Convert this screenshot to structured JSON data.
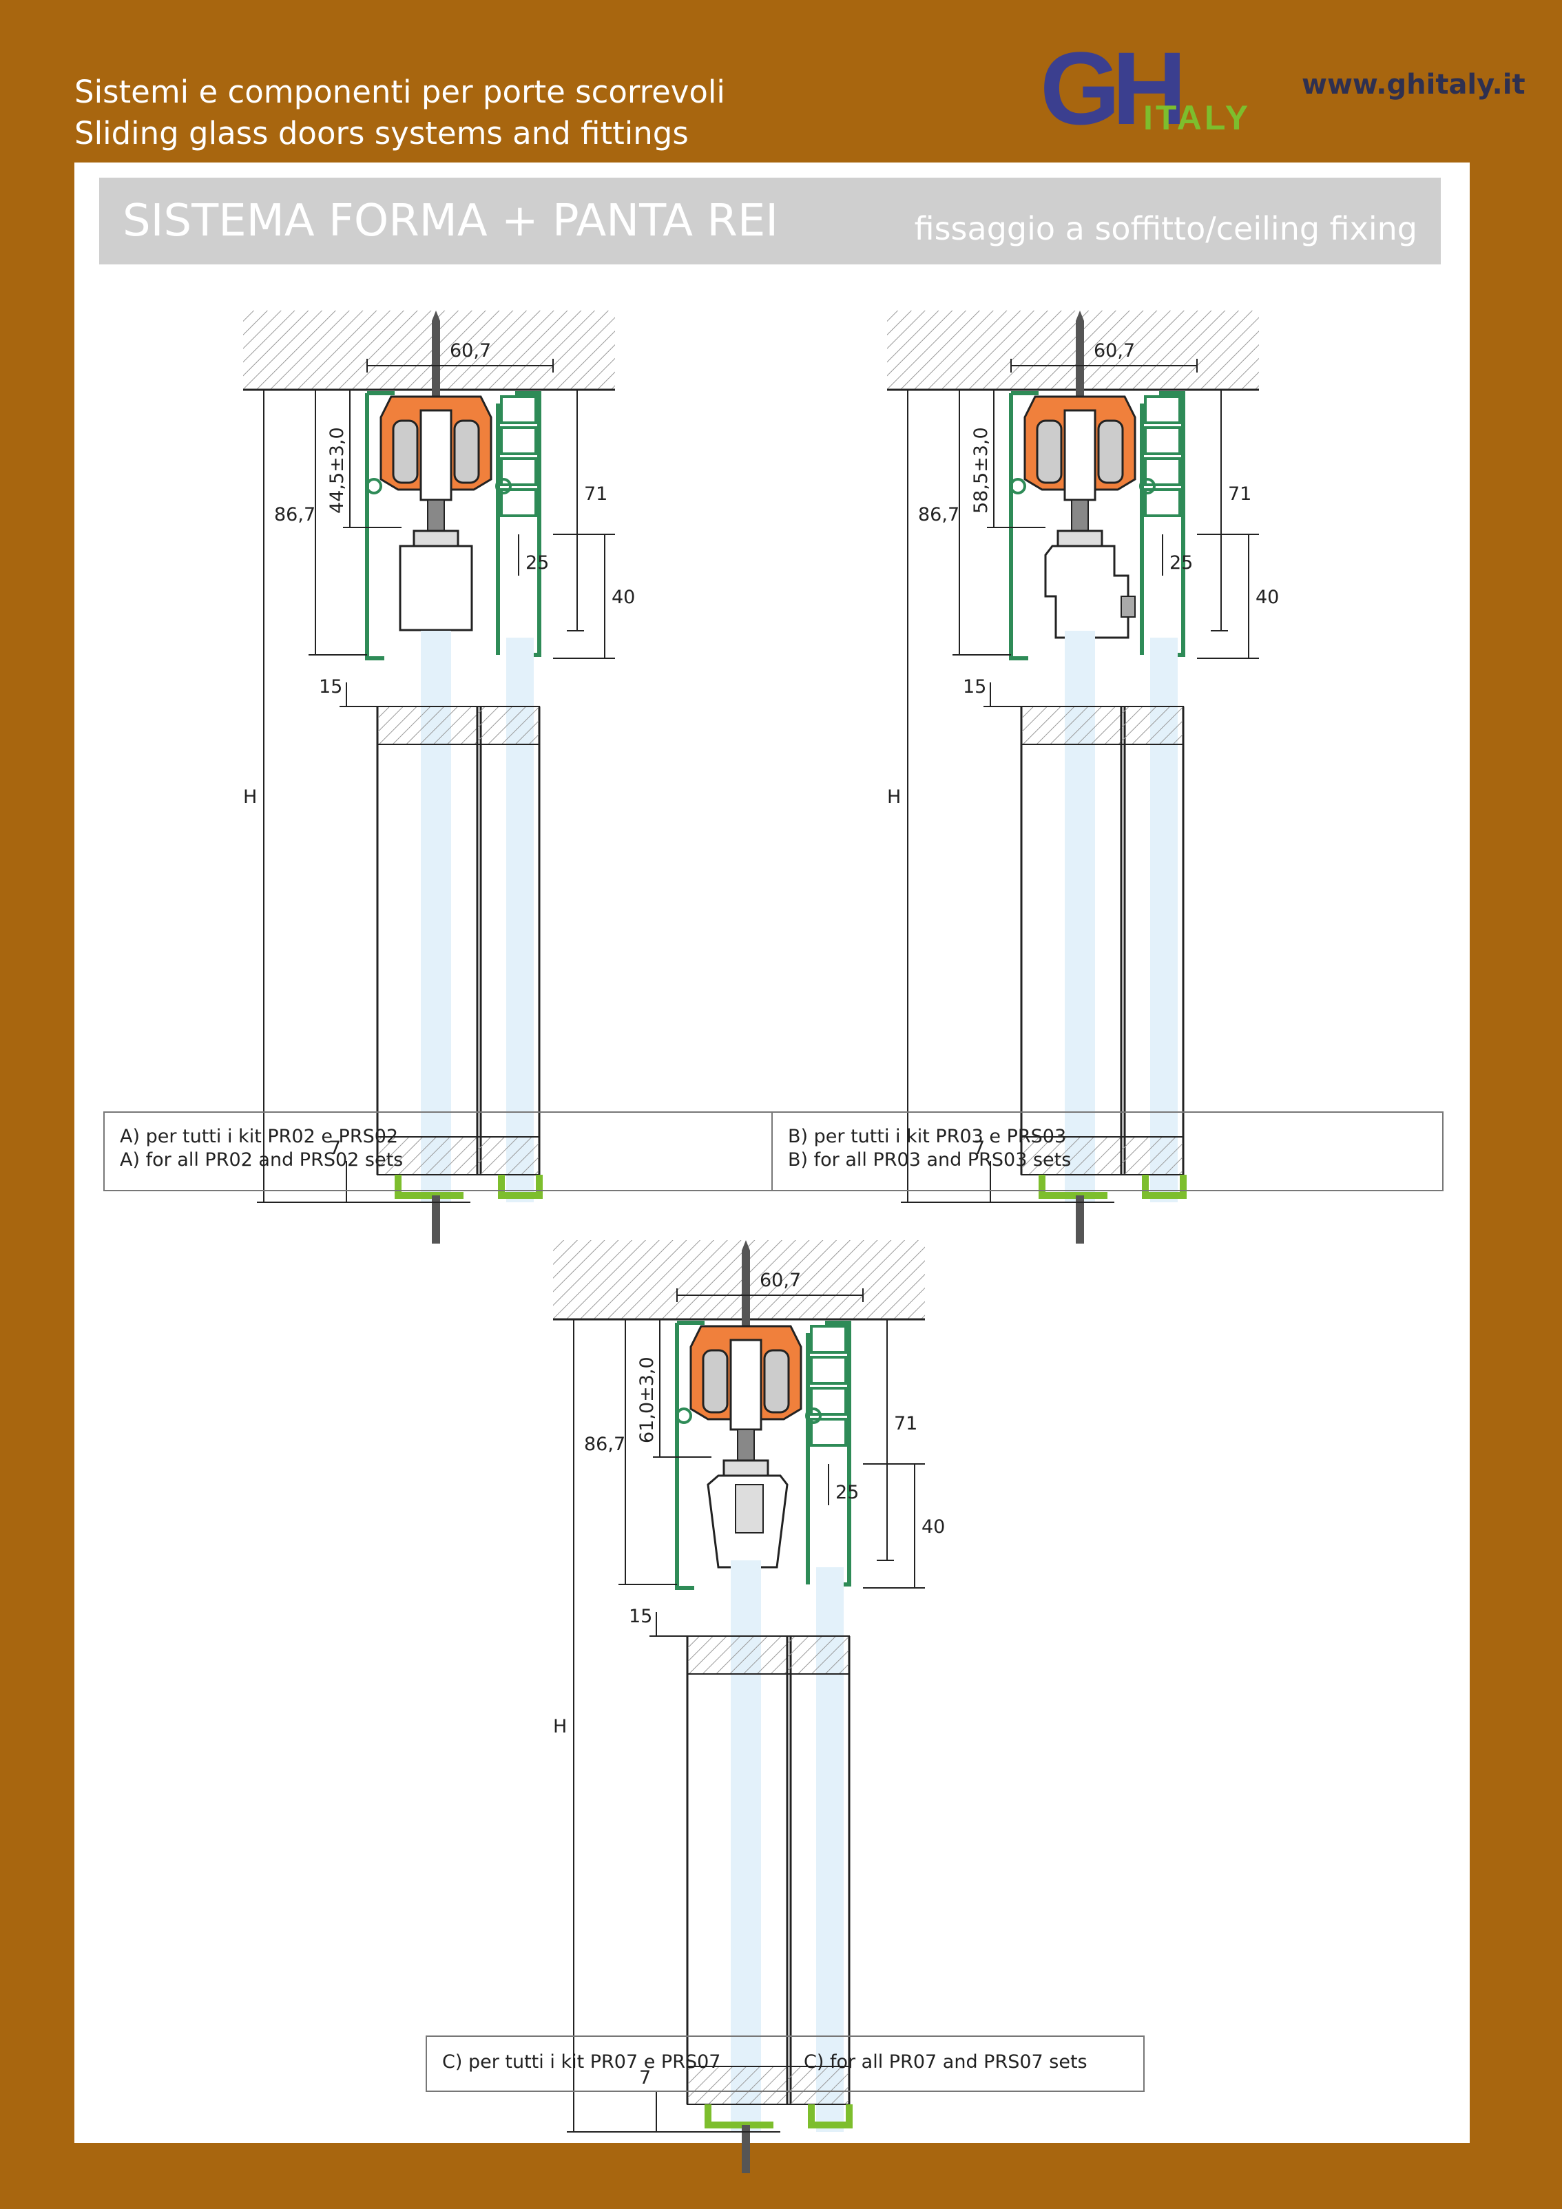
{
  "header": {
    "line1": "Sistemi e componenti per porte scorrevoli",
    "line2": "Sliding glass doors systems and fittings",
    "logo_letters": "GH",
    "logo_word": "ITALY",
    "website": "www.ghitaly.it"
  },
  "title": {
    "main": "SISTEMA FORMA + PANTA REI",
    "sub": "fissaggio a soffitto/ceiling fixing"
  },
  "drawings": [
    {
      "id": "A",
      "width": "60,7",
      "height_total": "86,7",
      "adjust": "44,5±3,0",
      "d71": "71",
      "d40": "40",
      "d25": "25",
      "gap": "15",
      "bottom": "7",
      "h": "H"
    },
    {
      "id": "B",
      "width": "60,7",
      "height_total": "86,7",
      "adjust": "58,5±3,0",
      "d71": "71",
      "d40": "40",
      "d25": "25",
      "gap": "15",
      "bottom": "7",
      "h": "H"
    },
    {
      "id": "C",
      "width": "60,7",
      "height_total": "86,7",
      "adjust": "61,0±3,0",
      "d71": "71",
      "d40": "40",
      "d25": "25",
      "gap": "15",
      "bottom": "7",
      "h": "H"
    }
  ],
  "captions": {
    "a_it": "A) per tutti i kit PR02 e PRS02",
    "a_en": "A) for all PR02 and PRS02 sets",
    "b_it": "B) per tutti i kit PR03 e PRS03",
    "b_en": "B) for all PR03 and PRS03 sets",
    "c_it": "C) per tutti i kit PR07 e PRS07",
    "c_en": "C) for all PR07 and PRS07 sets"
  },
  "colors": {
    "background": "#A8660F",
    "title_bar": "#CFCFCF",
    "logo_blue": "#3B3F8F",
    "logo_green": "#7DBE2D",
    "profile_green": "#2E8B57",
    "carriage_orange": "#F0803C",
    "glass_blue": "#E3F1FA"
  }
}
